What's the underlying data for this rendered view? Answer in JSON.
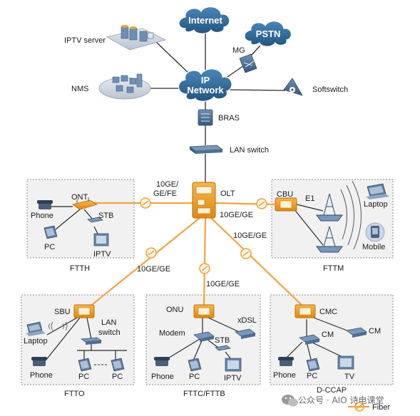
{
  "core": {
    "internet": "Internet",
    "pstn": "PSTN",
    "ip_network_line1": "IP",
    "ip_network_line2": "Network",
    "iptv_server": "IPTV server",
    "nms": "NMS",
    "mg": "MG",
    "softswitch": "Softswitch",
    "bras": "BRAS",
    "lan_switch": "LAN switch",
    "olt": "OLT"
  },
  "links": {
    "olt_ftth": "10GE/",
    "olt_ftth_2": "GE/FE",
    "olt_fttm": "10GE/GE",
    "olt_fttm_2": "10GE/GE",
    "olt_ftto": "10GE/GE",
    "olt_fttc": "10GE/GE"
  },
  "ftth": {
    "title": "FTTH",
    "ont": "ONT",
    "phone": "Phone",
    "stb": "STB",
    "pc": "PC",
    "iptv": "IPTV"
  },
  "fttm": {
    "title": "FTTM",
    "cbu": "CBU",
    "e1": "E1",
    "laptop": "Laptop",
    "mobile": "Mobile"
  },
  "ftto": {
    "title": "FTTO",
    "sbu": "SBU",
    "lan_switch_1": "LAN",
    "lan_switch_2": "switch",
    "laptop": "Laptop",
    "phone": "Phone",
    "pc1": "PC",
    "pc2": "PC"
  },
  "fttc": {
    "title": "FTTC/FTTB",
    "onu": "ONU",
    "modem": "Modem",
    "stb": "STB",
    "xdsl": "xDSL",
    "phone": "Phone",
    "pc": "PC",
    "iptv": "IPTV"
  },
  "docsis": {
    "title": "D-CCAP",
    "cmc": "CMC",
    "cm1": "CM",
    "cm2": "CM",
    "phone": "Phone",
    "pc": "PC",
    "tv": "TV"
  },
  "legend": {
    "fiber": "Fiber"
  },
  "watermark": {
    "text": "公众号 · AIO 诗电课堂"
  },
  "colors": {
    "fiber": "#f2a341",
    "cloud": "#2f6a9a",
    "device_orange": "#f39a1e",
    "box_border": "#8c8c8c",
    "box_fill": "#f1f1f1",
    "line": "#2b2b2b"
  }
}
